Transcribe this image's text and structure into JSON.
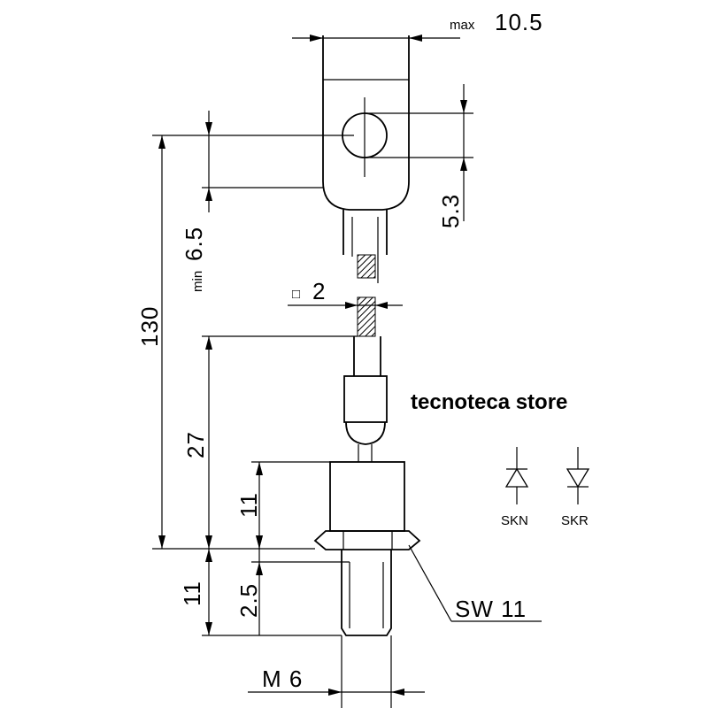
{
  "dimensions": {
    "max_width_prefix": "max",
    "max_width_value": "10.5",
    "hole_offset": "5.3",
    "min_prefix": "min",
    "min_value": "6.5",
    "overall_length": "130",
    "wire_square_symbol": "□",
    "wire_square_value": "2",
    "upper_length": "27",
    "hex_height_upper": "11",
    "thread_length": "11",
    "thread_undercut": "2.5",
    "thread_size": "M 6",
    "wrench_size": "SW 11"
  },
  "watermark": "tecnoteca store",
  "symbols": [
    {
      "label": "SKN",
      "icon": "diode-anode-up"
    },
    {
      "label": "SKR",
      "icon": "diode-cathode-down"
    }
  ],
  "colors": {
    "lines": "#000000",
    "background": "#ffffff"
  }
}
